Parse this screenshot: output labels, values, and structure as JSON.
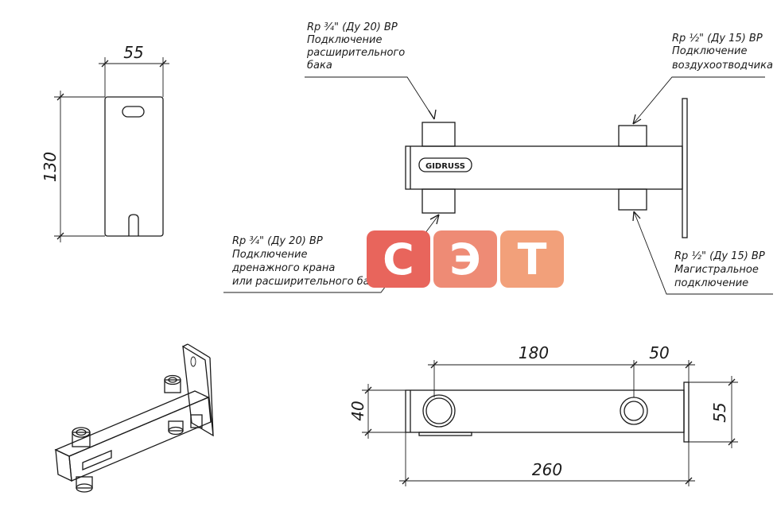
{
  "dimensions": {
    "side_width": "55",
    "side_height": "130",
    "top_height": "40",
    "top_spacing": "180",
    "top_offset": "50",
    "top_plate": "55",
    "top_length": "260"
  },
  "callouts": {
    "top_left": [
      "Rp ¾\" (Ду 20) ВР",
      "Подключение",
      "расширительного",
      "бака"
    ],
    "top_right": [
      "Rp ½\" (Ду 15) ВР",
      "Подключение",
      "воздухоотводчика"
    ],
    "bottom_left": [
      "Rp ¾\" (Ду 20) ВР",
      "Подключение",
      "дренажного крана",
      "или расширительного бака"
    ],
    "bottom_right": [
      "Rp ½\" (Ду 15) ВР",
      "Магистральное",
      "подключение"
    ]
  },
  "brand_label": "GIDRUSS",
  "watermark": {
    "letters": [
      "С",
      "Э",
      "Т"
    ],
    "colors": [
      "#e8655c",
      "#ee8b75",
      "#f2a07a"
    ]
  }
}
